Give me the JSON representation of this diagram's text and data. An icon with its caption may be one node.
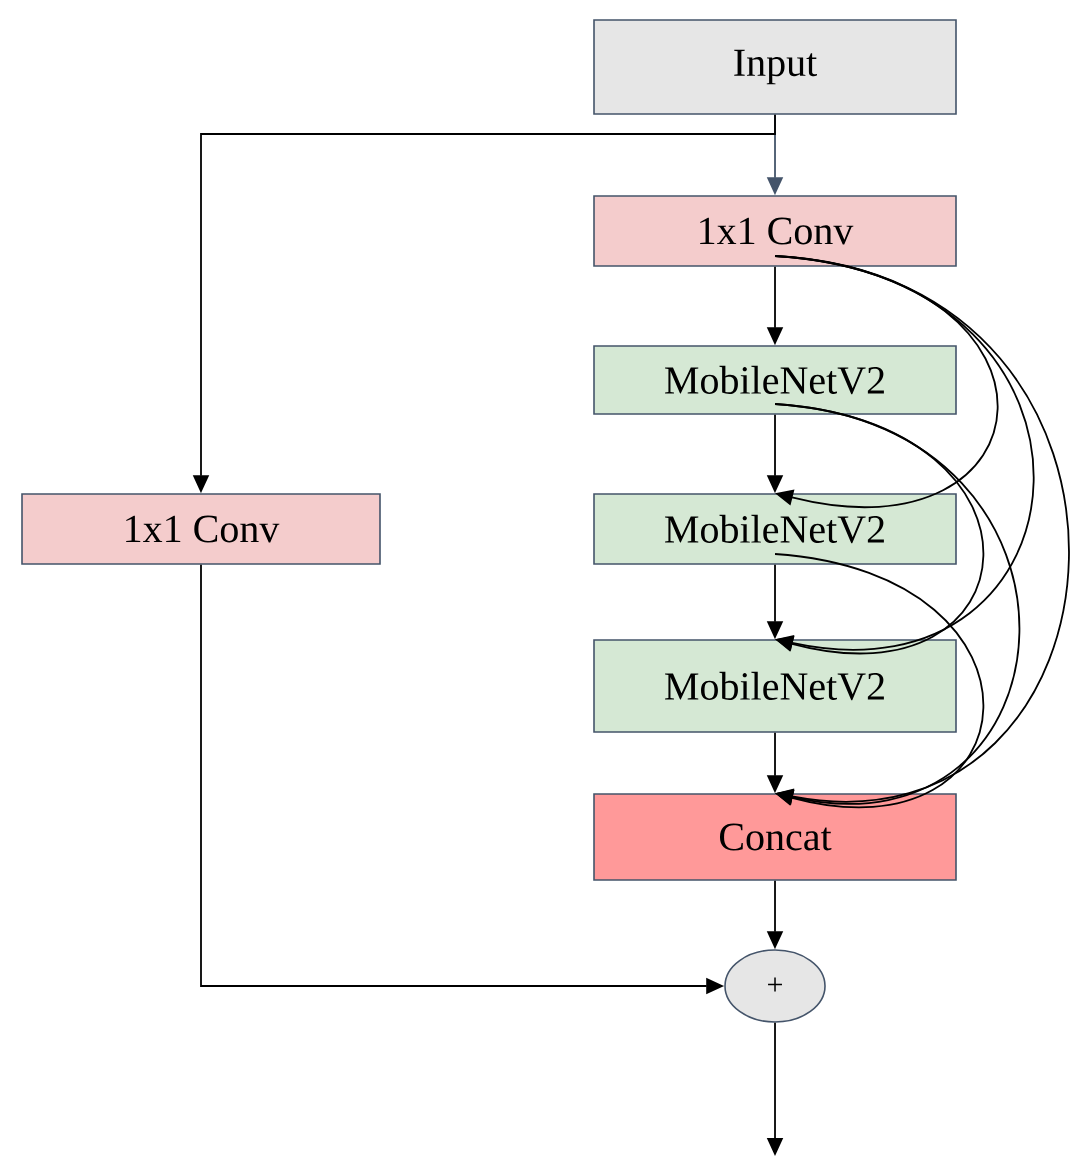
{
  "diagram": {
    "nodes": [
      {
        "text": [
          "Input"
        ]
      },
      {
        "text": [
          "1x1 Conv"
        ]
      },
      {
        "text": [
          "MobileNetV2"
        ]
      },
      {
        "text": [
          "MobileNetV2"
        ]
      },
      {
        "text": [
          "MobileNetV2"
        ]
      },
      {
        "text": [
          "Concat"
        ]
      },
      {
        "text": [
          "1x1 Conv"
        ]
      },
      {
        "text": [
          "+"
        ]
      }
    ],
    "edges": [
      {
        "from": 0,
        "to": 1,
        "arrow": "to",
        "color": "#44546a"
      },
      {
        "from": 0,
        "to": 6,
        "arrow": "to"
      },
      {
        "from": 1,
        "to": 2,
        "arrow": "to"
      },
      {
        "from": 2,
        "to": 3,
        "arrow": "to"
      },
      {
        "from": 3,
        "to": 4,
        "arrow": "to"
      },
      {
        "from": 4,
        "to": 5,
        "arrow": "to"
      },
      {
        "from": 1,
        "to": 3,
        "arrow": "to"
      },
      {
        "from": 1,
        "to": 4,
        "arrow": "to"
      },
      {
        "from": 1,
        "to": 5,
        "arrow": "to"
      },
      {
        "from": 2,
        "to": 4,
        "arrow": "to"
      },
      {
        "from": 2,
        "to": 5,
        "arrow": "to"
      },
      {
        "from": 3,
        "to": 5,
        "arrow": "to"
      },
      {
        "from": 5,
        "to": 7,
        "arrow": "to"
      },
      {
        "from": 6,
        "to": 7,
        "arrow": "to"
      },
      {
        "from": 7,
        "to": null,
        "arrow": "to"
      }
    ]
  }
}
